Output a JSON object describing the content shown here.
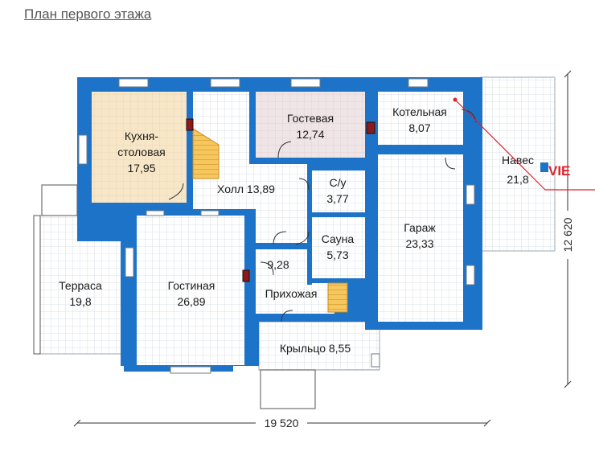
{
  "title": "План первого этажа",
  "rooms": {
    "kitchen": {
      "name": "Кухня-\nстоловая",
      "area": "17,95"
    },
    "guest": {
      "name": "Гостевая",
      "area": "12,74"
    },
    "boiler": {
      "name": "Котельная",
      "area": "8,07"
    },
    "canopy": {
      "name": "Навес",
      "area": "21,8"
    },
    "hall": {
      "name": "Холл 13,89"
    },
    "wc": {
      "name": "С/у",
      "area": "3,77"
    },
    "garage": {
      "name": "Гараж",
      "area": "23,33"
    },
    "sauna": {
      "name": "Сауна",
      "area": "5,73"
    },
    "terrace": {
      "name": "Терраса",
      "area": "19,8"
    },
    "living": {
      "name": "Гостиная",
      "area": "26,89"
    },
    "vestibule_area": "9,28",
    "vestibule": {
      "name": "Прихожая"
    },
    "porch": {
      "name": "Крыльцо 8,55"
    }
  },
  "dimensions": {
    "width": "19 520",
    "depth": "12 620"
  },
  "watermark": "VIE",
  "colors": {
    "wall": "#1d73c8",
    "kitchen": "#f7e7c8",
    "guest": "#efe4e6",
    "grid": "#cfd8e0",
    "stair": "#f0a830"
  }
}
